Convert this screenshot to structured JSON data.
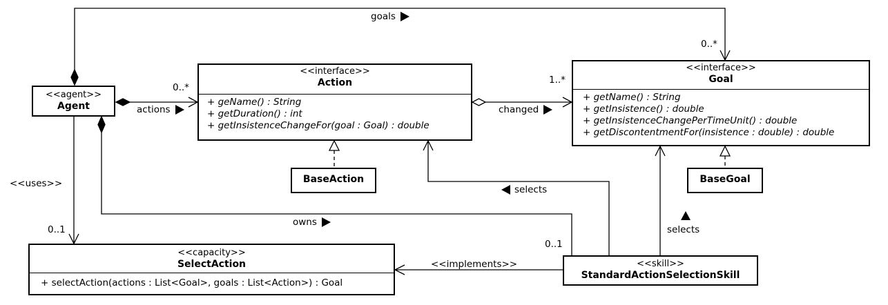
{
  "classes": {
    "agent": {
      "stereotype": "<<agent>>",
      "name": "Agent"
    },
    "action": {
      "stereotype": "<<interface>>",
      "name": "Action",
      "operations": [
        "+ geName() : String",
        "+ getDuration() : int",
        "+ getInsistenceChangeFor(goal : Goal) : double"
      ]
    },
    "goal": {
      "stereotype": "<<interface>>",
      "name": "Goal",
      "operations": [
        "+ getName() : String",
        "+ getInsistence() : double",
        "+ getInsistenceChangePerTimeUnit() : double",
        "+ getDiscontentmentFor(insistence : double) : double"
      ]
    },
    "base_action": {
      "name": "BaseAction"
    },
    "base_goal": {
      "name": "BaseGoal"
    },
    "select_action": {
      "stereotype": "<<capacity>>",
      "name": "SelectAction",
      "operations": [
        "+ selectAction(actions : List<Goal>, goals : List<Action>) : Goal"
      ]
    },
    "skill": {
      "stereotype": "<<skill>>",
      "name": "StandardActionSelectionSkill"
    }
  },
  "labels": {
    "goals": "goals",
    "goals_mult": "0..*",
    "actions": "actions",
    "actions_mult": "0..*",
    "changed": "changed",
    "changed_mult": "1..*",
    "uses": "<<uses>>",
    "uses_mult": "0..1",
    "owns": "owns",
    "owns_mult": "0..1",
    "selects_action": "selects",
    "selects_goal": "selects",
    "implements": "<<implements>>"
  }
}
